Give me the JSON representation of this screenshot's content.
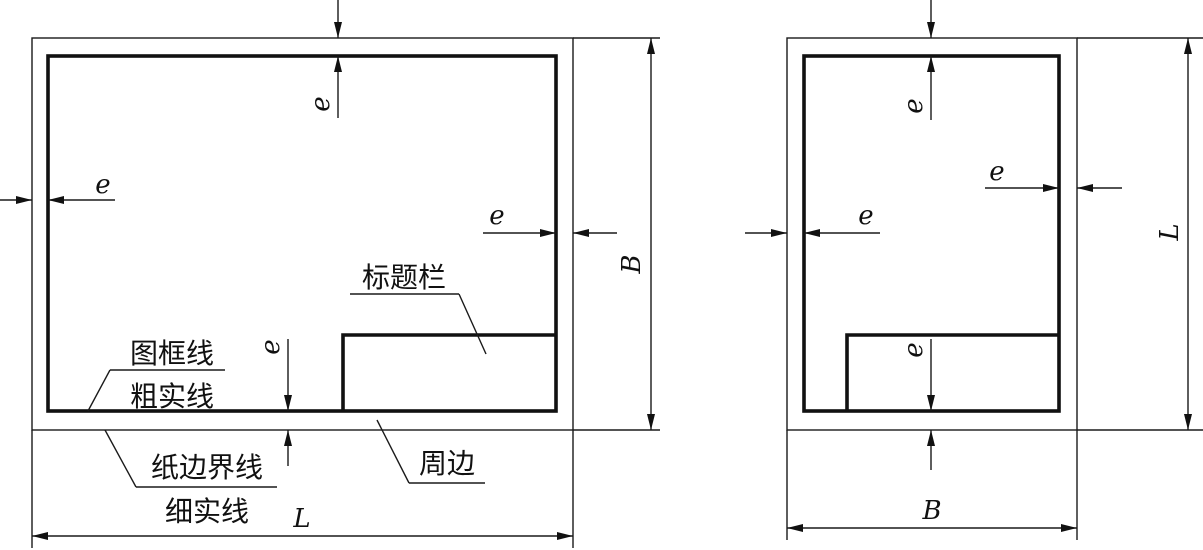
{
  "labels": {
    "dim_e": "e",
    "dim_L": "L",
    "dim_B": "B"
  },
  "annotations": {
    "title_block": "标题栏",
    "frame_line": "图框线",
    "thick_solid": "粗实线",
    "paper_edge": "纸边界线",
    "thin_solid": "细实线",
    "margin": "周边"
  },
  "colors": {
    "line": "#111111",
    "background": "#ffffff"
  }
}
